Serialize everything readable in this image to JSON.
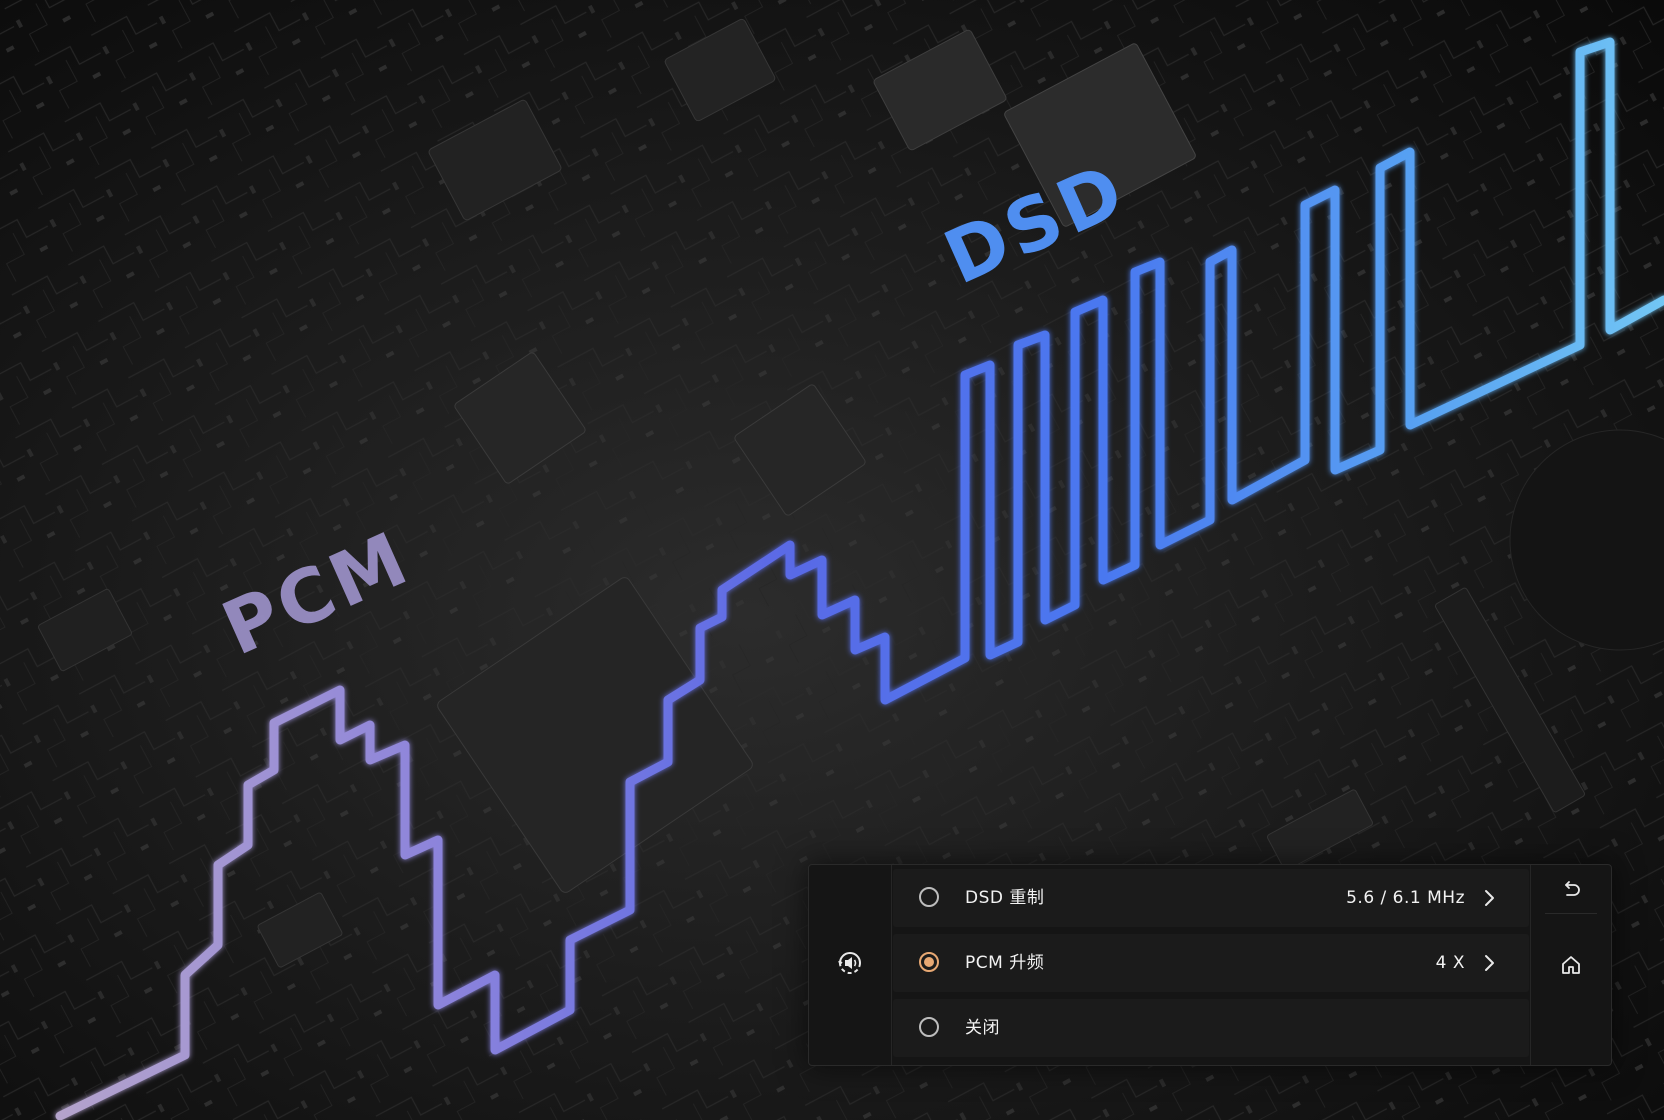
{
  "labels": {
    "pcm": "PCM",
    "dsd": "DSD"
  },
  "colors": {
    "pcm_start": "#b4a3cc",
    "pcm_mid": "#6b6fe0",
    "wave_mid": "#4a6ff0",
    "dsd_end": "#6ec0f4",
    "selected_radio": "#e7a873"
  },
  "panel": {
    "left_icon": "headphones-sound-icon",
    "options": [
      {
        "label": "DSD 重制",
        "value": "5.6 / 6.1 MHz",
        "selected": false,
        "chevron": true
      },
      {
        "label": "PCM 升频",
        "value": "4 X",
        "selected": true,
        "chevron": true
      },
      {
        "label": "关闭",
        "value": "",
        "selected": false,
        "chevron": false
      }
    ],
    "right_icons": [
      "back-arrow-icon",
      "home-icon"
    ]
  }
}
